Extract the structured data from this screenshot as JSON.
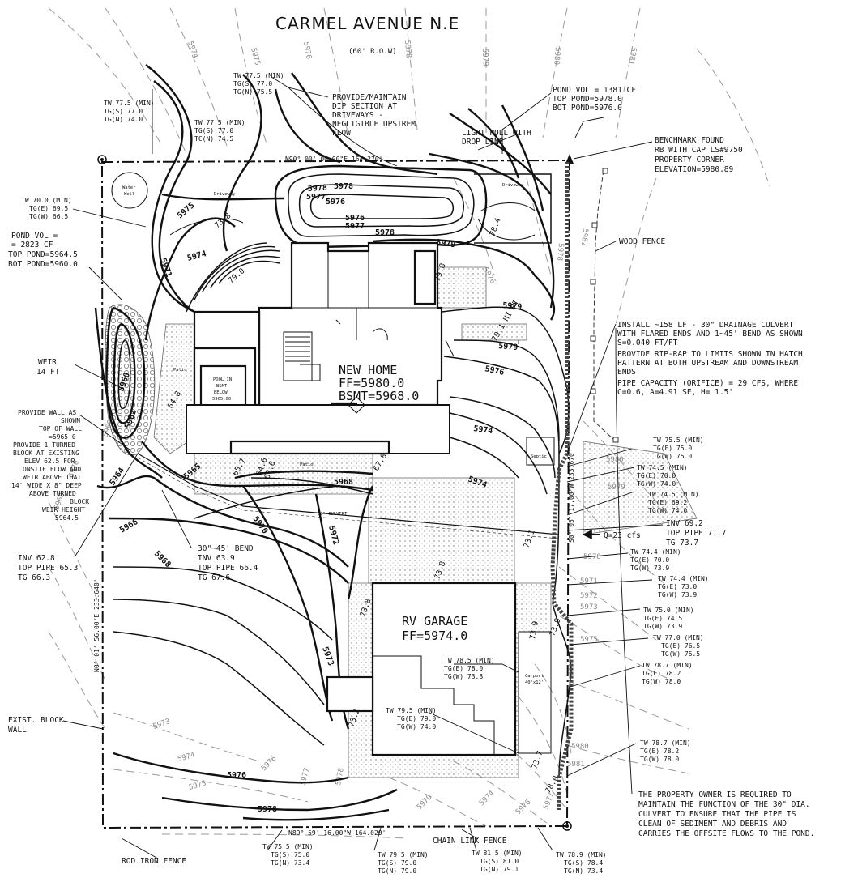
{
  "street": {
    "name": "CARMEL AVENUE N.E",
    "row": "(60' R.O.W)"
  },
  "buildings": {
    "new_home": {
      "name": "NEW HOME",
      "ff": "FF=5980.0",
      "bsmt": "BSMT=5968.0"
    },
    "rv_garage": {
      "name": "RV GARAGE",
      "ff": "FF=5974.0"
    },
    "pool": [
      "POOL IN",
      "BSMT",
      "BELOW",
      "5965.00"
    ],
    "patio_1": "Patio",
    "patio_2": "Patio",
    "driveway_1": "Driveway",
    "driveway_2": "Driveway",
    "septic": "Septic",
    "carport": [
      "Carport",
      "40'x12'"
    ],
    "water_well": [
      "Water",
      "Well"
    ]
  },
  "notes": {
    "pond_top": [
      "POND VOL = 1381 CF",
      "TOP POND=5978.0",
      "BOT POND=5976.0"
    ],
    "pond_left": [
      "POND VOL =",
      "= 2823 CF",
      "TOP POND=5964.5",
      "BOT POND=5960.0"
    ],
    "dip": [
      "PROVIDE/MAINTAIN",
      "DIP SECTION AT",
      "DRIVEWAYS -",
      "NEGLIGIBLE UPSTREM",
      "FLOW"
    ],
    "light_pole": [
      "LIGHT POLL WITH",
      "DROP LINE"
    ],
    "benchmark": [
      "BENCHMARK FOUND",
      "RB WITH CAP LS#9750",
      "PROPERTY CORNER",
      "ELEVATION=5980.89"
    ],
    "wood_fence": "WOOD FENCE",
    "culvert": [
      "INSTALL ~158 LF - 30\" DRAINAGE CULVERT",
      "WITH FLARED ENDS AND 1~45' BEND AS SHOWN",
      "S=0.040 FT/FT",
      "PROVIDE RIP-RAP TO LIMITS SHOWN IN HATCH",
      "PATTERN AT BOTH UPSTREAM AND DOWNSTREAM",
      "ENDS",
      "PIPE CAPACITY (ORIFICE) = 29 CFS, WHERE",
      "C=0.6, A=4.91 SF, H= 1.5'"
    ],
    "weir": [
      "WEIR",
      "14 FT"
    ],
    "wall": [
      "PROVIDE WALL AS",
      "SHOWN",
      "TOP OF WALL",
      "=5965.0",
      "PROVIDE 1~TURNED",
      "BLOCK AT EXISTING",
      "ELEV 62.5 FOR",
      "ONSITE FLOW AND",
      "WEIR ABOVE THAT",
      "14' WIDE X 8\" DEEP",
      "ABOVE TURNED",
      "BLOCK",
      "WEIR HEIGHT",
      "5964.5"
    ],
    "inv_left": [
      "INV 62.8",
      "TOP PIPE 65.3",
      "TG 66.3"
    ],
    "bend": [
      "30\"~45' BEND",
      "INV 63.9",
      "TOP PIPE 66.4",
      "TG 67.6"
    ],
    "inv_right": [
      "INV 69.2",
      "TOP PIPE 71.7",
      "TG 73.7"
    ],
    "flow": "Q=23 cfs",
    "culvert_tag": "30\" CULVERT",
    "block_wall": [
      "EXIST. BLOCK",
      "WALL"
    ],
    "rod_fence": "ROD IRON FENCE",
    "chain_fence": "CHAIN LINK FENCE",
    "owner": [
      "THE PROPERTY OWNER IS REQUIRED TO",
      "MAINTAIN THE FUNCTION OF THE 30\" DIA.",
      "CULVERT TO ENSURE THAT THE PIPE IS",
      "CLEAN OF SEDIMENT AND DEBRIS AND",
      "CARRIES THE OFFSITE FLOWS TO THE POND."
    ]
  },
  "bearings": {
    "north": "N90° 00' 00.00\"E  164.270'",
    "south": "N89° 59' 16.00\"W  164.020'",
    "west": "N0° 01' 56.00\"E  233.640'",
    "east": "S0° 05' 17.00\"W  233.670'"
  },
  "grade_tags": {
    "t1": [
      "TW 77.5 (MIN)",
      "TG(S) 77.0",
      "TG(N) 75.5"
    ],
    "t2": [
      "TW 77.5 (MIN)",
      "TG(S) 77.0",
      "TG(N) 74.0"
    ],
    "t3": [
      "TW 77.5 (MIN)",
      "TG(S) 77.0",
      "TC(N) 74.5"
    ],
    "t4": [
      "TW 70.0 (MIN)",
      "TG(E) 69.5",
      "TG(W) 66.5"
    ],
    "r1": [
      "TW 75.5 (MIN)",
      "TG(E) 75.0",
      "TG(W) 75.0"
    ],
    "r2": [
      "TW 74.5 (MIN)",
      "TG(E) 70.0",
      "TG(W) 74.0"
    ],
    "r3": [
      "TW 74.5 (MIN)",
      "TG(E) 69.2",
      "TG(W) 74.0"
    ],
    "r4": [
      "TW 74.4 (MIN)",
      "TG(E) 70.0",
      "TG(W) 73.9"
    ],
    "r5": [
      "TW 74.4 (MIN)",
      "TG(E) 73.0",
      "TG(W) 73.9"
    ],
    "r6": [
      "TW 75.0 (MIN)",
      "TG(E) 74.5",
      "TG(W) 73.9"
    ],
    "r7": [
      "TW 77.0 (MIN)",
      "TG(E) 76.5",
      "TG(W) 75.5"
    ],
    "r8": [
      "TW 78.7 (MIN)",
      "TG(E) 78.2",
      "TG(W) 78.0"
    ],
    "r9": [
      "TW 78.7 (MIN)",
      "TG(E) 78.2",
      "TG(W) 78.0"
    ],
    "g1": [
      "TW 78.5 (MIN)",
      "TG(E) 78.0",
      "TG(W) 73.8"
    ],
    "g2": [
      "TW 79.5 (MIN)",
      "TG(E) 79.0",
      "TG(W) 74.0"
    ],
    "b1": [
      "TW 75.5 (MIN)",
      "TG(S) 75.0",
      "TG(N) 73.4"
    ],
    "b2": [
      "TW 79.5 (MIN)",
      "TG(S) 79.0",
      "TG(N) 79.0"
    ],
    "b3": [
      "TW 81.5 (MIN)",
      "TG(S) 81.0",
      "TG(N) 79.1"
    ],
    "b4": [
      "TW 78.9 (MIN)",
      "TG(S) 78.4",
      "TG(N) 73.4"
    ]
  },
  "spot_elevations": {
    "s1": "73.8",
    "s2": "79.8",
    "s3": "78.4",
    "s4": "79.0",
    "s5": "79.1 HI PT",
    "s6": "64.8",
    "s7": "65.7",
    "s8": "67.6",
    "s9": "67.8",
    "s10": "73.1",
    "s11": "73.8",
    "s12": "73.8",
    "s13": "73.9",
    "s14": "73.9",
    "s15": "73.2",
    "s16": "73.7",
    "s17": "78.0",
    "s18": "64.6"
  },
  "contours": {
    "c5978a": "5978",
    "c5977a": "5977",
    "c5976a": "5976",
    "c5976b": "5976",
    "c5977b": "5977",
    "c5978b": "5978",
    "c5979a": "5979",
    "c5979b": "5979",
    "c5979c": "5979",
    "c5978c": "5978",
    "c5976c": "5976",
    "c5974a": "5974",
    "c5975a": "5975",
    "c5974b": "5974",
    "c5971a": "5971",
    "c5960": "5960",
    "c5962": "5962",
    "c5964": "5964",
    "c5965": "5965",
    "c5966": "5966",
    "c5968a": "5968",
    "c5968b": "5968",
    "c5970": "5970",
    "c5972": "5972",
    "c5973": "5973",
    "c5974c": "5974",
    "c5976d": "5976",
    "c5978d": "5978"
  },
  "existing_contours": {
    "e1": "5974",
    "e2": "5975",
    "e3": "5976",
    "e4": "5977",
    "e5": "5978",
    "e6": "5979",
    "e7": "5980",
    "e8": "5981",
    "e9": "5982",
    "e10": "5978",
    "e11": "5976",
    "e12": "5980",
    "e13": "5979",
    "e14": "5978",
    "e15": "5977",
    "e16": "5976",
    "e17": "5975",
    "e18": "5974",
    "e19": "5973",
    "e20": "5972",
    "e21": "5971",
    "e22": "5970",
    "e23": "5969",
    "e24": "5968",
    "e25": "5973",
    "e26": "5974",
    "e27": "5975",
    "e28": "5976",
    "e29": "5977",
    "e30": "5978",
    "e31": "5979",
    "e32": "5980",
    "e33": "5981"
  }
}
